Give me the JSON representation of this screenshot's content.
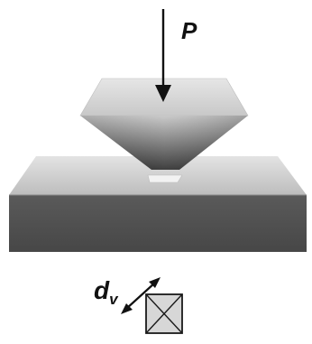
{
  "labels": {
    "load": "P",
    "diagonal_main": "d",
    "diagonal_sub": "v"
  },
  "colors": {
    "block_front": "#535353",
    "block_top": "#c9c9c9",
    "indenter_light": "#d8d8d8",
    "indenter_dark": "#3a3a3a",
    "arrow": "#111111",
    "indent_mark": "#f2f2f2"
  },
  "icons": {
    "indent": "square-with-crossed-diagonals-icon"
  }
}
